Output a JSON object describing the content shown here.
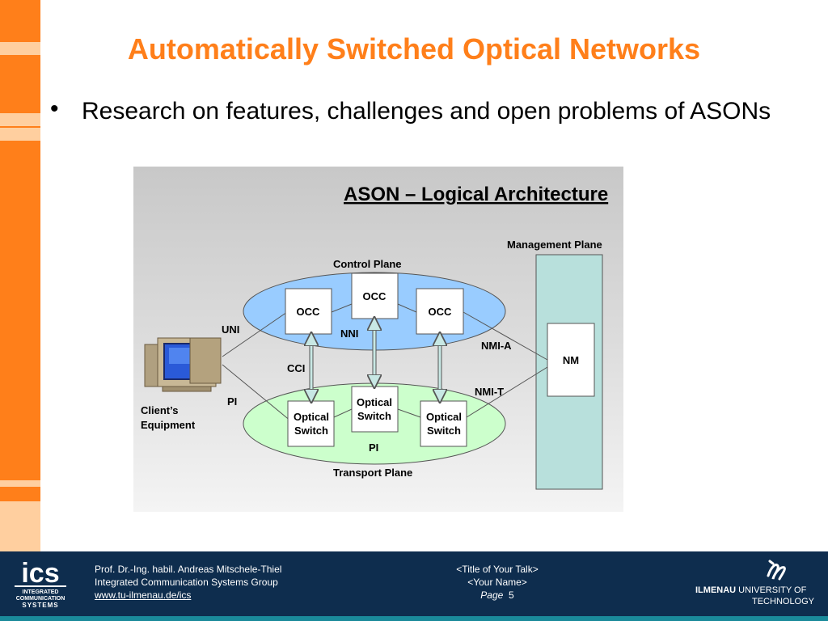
{
  "slide": {
    "title": "Automatically Switched Optical Networks",
    "bullet_marker": "•",
    "bullet_text": "Research on features, challenges and open problems of ASONs"
  },
  "diagram": {
    "title": "ASON – Logical Architecture",
    "management_plane": "Management Plane",
    "control_plane": "Control Plane",
    "transport_plane": "Transport Plane",
    "occ": "OCC",
    "optical_switch_line1": "Optical",
    "optical_switch_line2": "Switch",
    "nm": "NM",
    "uni": "UNI",
    "nni": "NNI",
    "cci": "CCI",
    "pi_left": "PI",
    "pi_bottom": "PI",
    "nmi_a": "NMI-A",
    "nmi_t": "NMI-T",
    "client_line1": "Client’s",
    "client_line2": "Equipment",
    "colors": {
      "control_fill": "#99ccff",
      "transport_fill": "#ccffcc",
      "management_fill": "#b8e0dc",
      "connector_fill": "#c8e8e4"
    }
  },
  "footer": {
    "author": "Prof. Dr.-Ing. habil. Andreas Mitschele-Thiel",
    "group": "Integrated Communication Systems Group",
    "url": "www.tu-ilmenau.de/ics",
    "talk_title": "<Title of Your Talk>",
    "your_name": "<Your Name>",
    "page_label": "Page",
    "page_number": "5",
    "ics_logo_text": "ics",
    "ics_subtitle_1": "INTEGRATED",
    "ics_subtitle_2": "COMMUNICATION",
    "ics_subtitle_3": "SYSTEMS",
    "uni_name_bold": "ILMENAU",
    "uni_name_1": "UNIVERSITY OF",
    "uni_name_2": "TECHNOLOGY"
  }
}
